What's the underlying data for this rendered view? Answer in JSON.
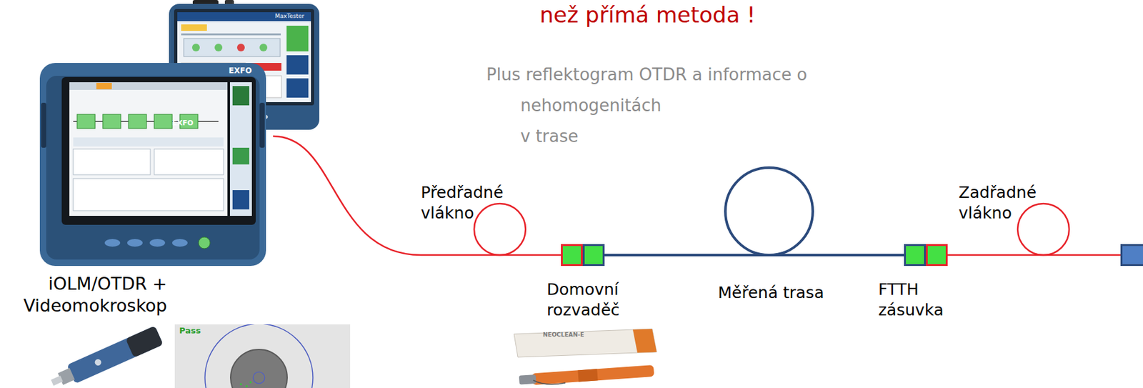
{
  "diagram": {
    "nodes": [
      {
        "text": [
          "iOLM/OTDR + Videomokroskop"
        ]
      },
      {
        "text": [
          "Předřadné vlákno"
        ]
      },
      {
        "text": [
          "Domovní rozvaděč"
        ]
      },
      {
        "text": [
          "Měřená trasa"
        ]
      },
      {
        "text": [
          "FTTH zásuvka"
        ]
      },
      {
        "text": [
          "Zadřadné vlákno"
        ]
      }
    ],
    "edges": [
      {
        "from": 0,
        "to": 1,
        "arrow": "none"
      },
      {
        "from": 1,
        "to": 2,
        "arrow": "none"
      },
      {
        "from": 2,
        "to": 3,
        "arrow": "none"
      },
      {
        "from": 3,
        "to": 4,
        "arrow": "none"
      },
      {
        "from": 4,
        "to": 5,
        "arrow": "none"
      }
    ],
    "labels": [
      "než přímá metoda !",
      "Plus reflektogram OTDR a informace o nehomogenitách v trase",
      "EXFO",
      "EXFO",
      "MaxTester",
      "Pass",
      "NEOCLEAN-E"
    ]
  }
}
